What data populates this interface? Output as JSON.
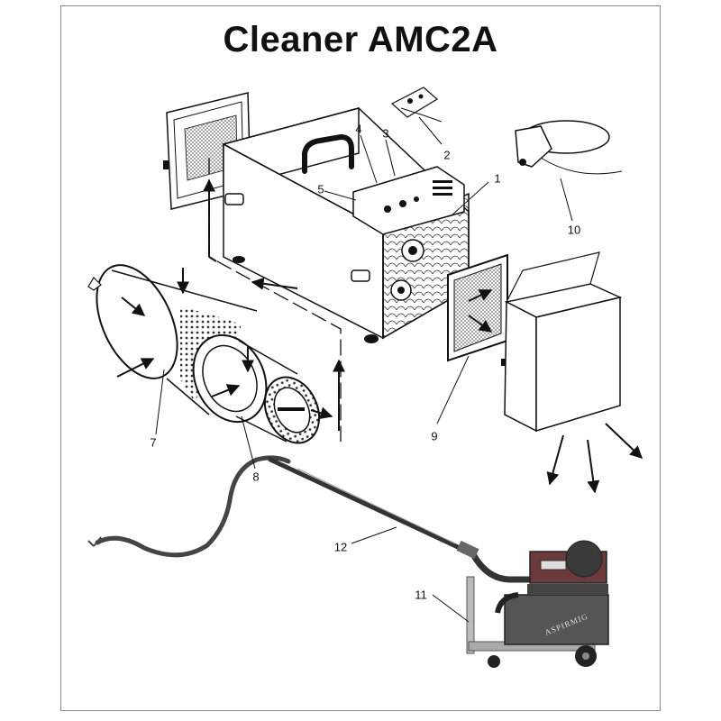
{
  "title": "Cleaner AMC2A",
  "callouts": [
    "1",
    "2",
    "3",
    "4",
    "5",
    "7",
    "8",
    "9",
    "10",
    "11",
    "12"
  ],
  "cart_brand": "ASPIRMIG",
  "colors": {
    "line": "#111111",
    "frame": "#8a8a8a",
    "cart_body": "#555555",
    "cart_red": "#6b3a3a"
  }
}
